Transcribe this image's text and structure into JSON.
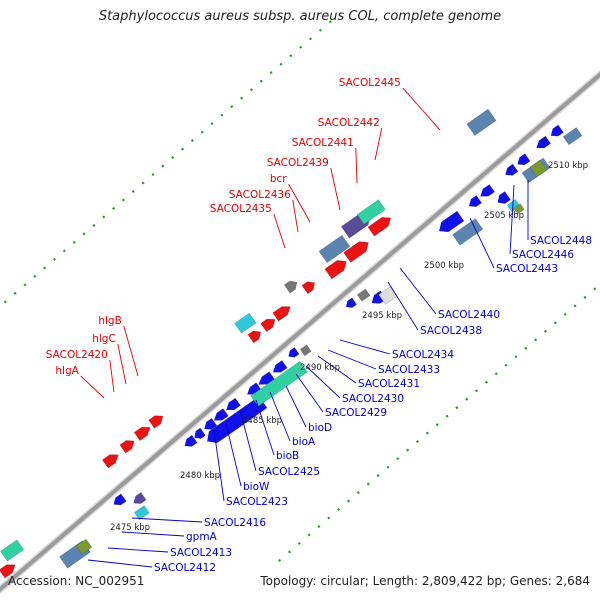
{
  "title": "Staphylococcus aureus subsp. aureus COL, complete genome",
  "footer": {
    "accession": "Accession: NC_002951",
    "summary": "Topology: circular; Length: 2,809,422 bp; Genes: 2,684"
  },
  "colors": {
    "background": "#ffffff",
    "backbone": "#9a9a9a",
    "forward_cds": "#ee1111",
    "reverse_cds": "#1010e8",
    "rrna_teal": "#30d0a0",
    "steel": "#5b84b0",
    "purple": "#5a4a9a",
    "gray": "#777777",
    "cyan": "#30c8d8",
    "olive": "#7a9a30",
    "green_tick": "#2a9a2a",
    "forward_label": "#dd0000",
    "reverse_label": "#0000cc"
  },
  "scale_labels": [
    "2475 kbp",
    "2480 kbp",
    "2485 kbp",
    "2490 kbp",
    "2495 kbp",
    "2500 kbp",
    "2505 kbp",
    "2510 kbp"
  ],
  "forward_labels": [
    "SACOL2445",
    "SACOL2442",
    "SACOL2441",
    "SACOL2439",
    "bcr",
    "SACOL2436",
    "SACOL2435",
    "hlgB",
    "hlgC",
    "SACOL2420",
    "hlgA"
  ],
  "reverse_labels": [
    "SACOL2448",
    "SACOL2446",
    "SACOL2443",
    "SACOL2440",
    "SACOL2438",
    "SACOL2434",
    "SACOL2433",
    "SACOL2431",
    "SACOL2430",
    "SACOL2429",
    "bioD",
    "bioA",
    "bioB",
    "SACOL2425",
    "bioW",
    "SACOL2423",
    "SACOL2416",
    "gpmA",
    "SACOL2413",
    "SACOL2412"
  ]
}
